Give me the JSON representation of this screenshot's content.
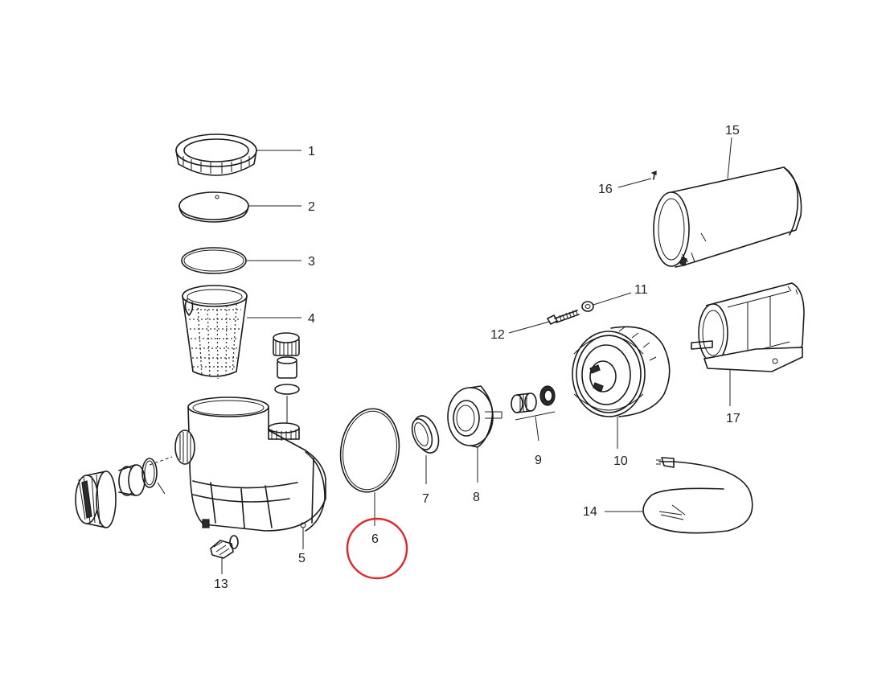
{
  "diagram": {
    "part_labels": [
      "1",
      "2",
      "3",
      "4",
      "5",
      "6",
      "7",
      "8",
      "9",
      "10",
      "11",
      "12",
      "13",
      "14",
      "15",
      "16",
      "17"
    ],
    "highlight": {
      "part": "6",
      "color": "#e0262b"
    }
  }
}
